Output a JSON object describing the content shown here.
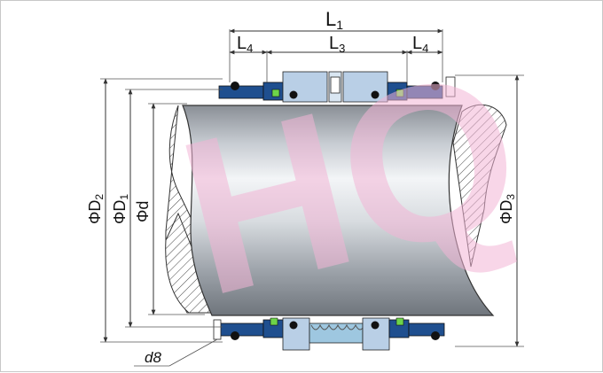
{
  "dimensions": {
    "L1": "L",
    "L1_sub": "1",
    "L3": "L",
    "L3_sub": "3",
    "L4_left": "L",
    "L4_left_sub": "4",
    "L4_right": "L",
    "L4_right_sub": "4",
    "D2": "ΦD",
    "D2_sub": "2",
    "D1": "ΦD",
    "D1_sub": "1",
    "d": "Φd",
    "D3": "ΦD",
    "D3_sub": "3",
    "d8": "d8"
  },
  "watermark": "HQ",
  "colors": {
    "rubber": "#1f4f8f",
    "metal": "#b9cfe6",
    "spring": "#9ec7e0",
    "oring": "#111111",
    "green": "#6dd44a",
    "hatch": "#444444",
    "watermark": "#f2b4d6"
  }
}
